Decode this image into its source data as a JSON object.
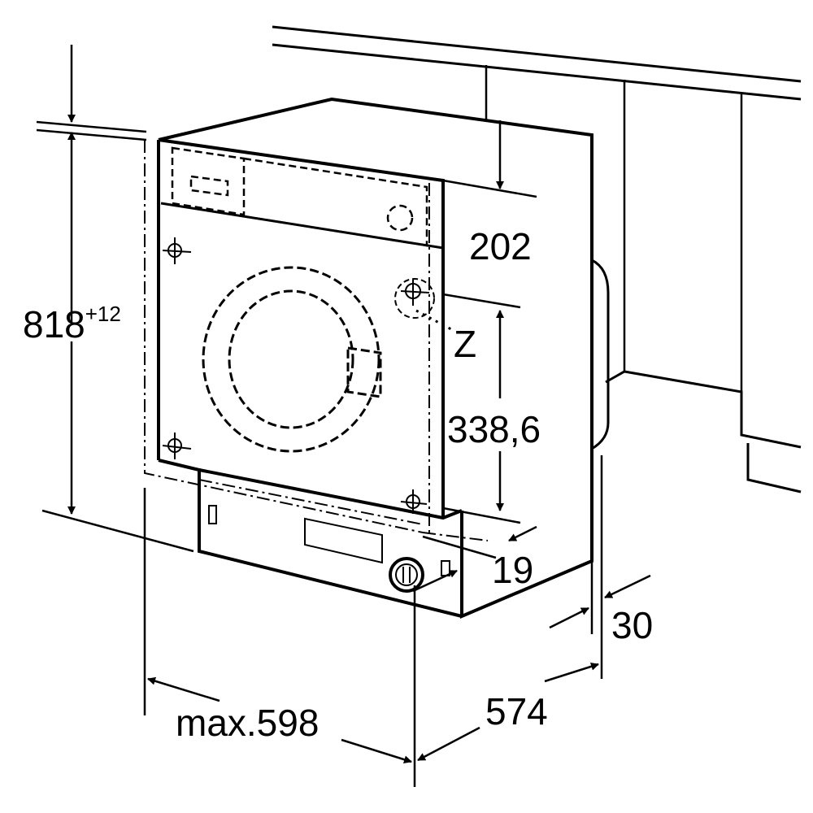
{
  "diagram": {
    "line_color": "#000000",
    "background": "#ffffff",
    "labels": {
      "height": "818",
      "height_tolerance": "+12",
      "top_to_hose": "202",
      "point_z": "Z",
      "z_height": "338,6",
      "plinth_depth": "19",
      "rear_gap": "30",
      "width": "max.598",
      "depth": "574"
    }
  }
}
